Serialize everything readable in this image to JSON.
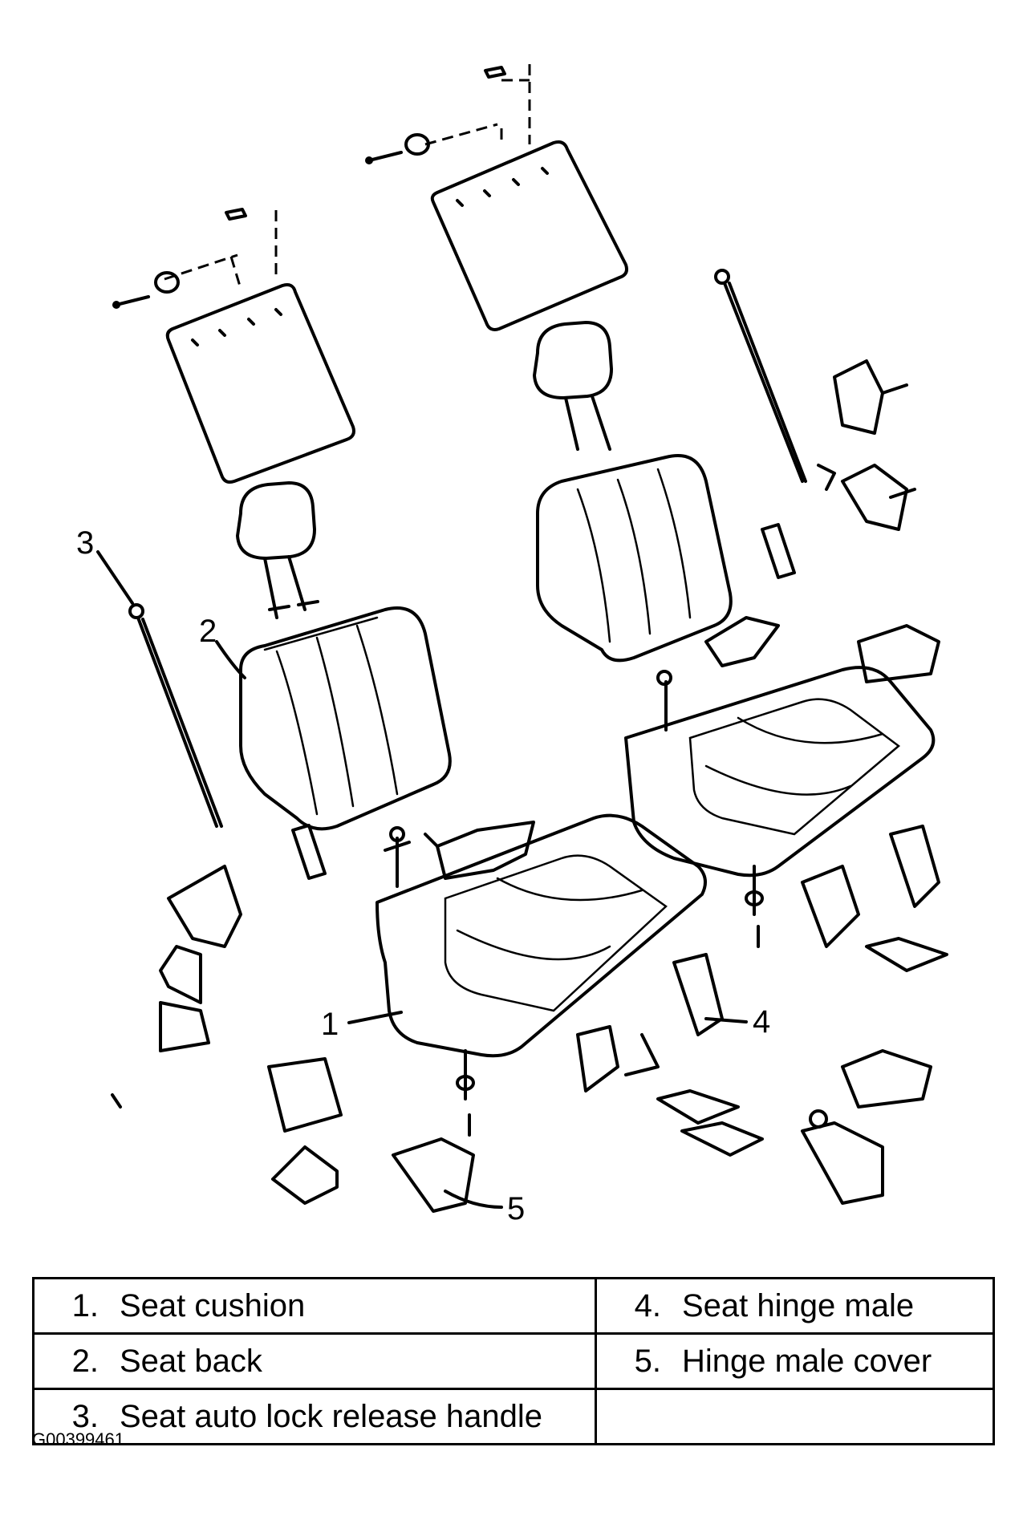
{
  "callouts": [
    "1",
    "2",
    "3",
    "4",
    "5"
  ],
  "legend": {
    "rows": [
      [
        {
          "num": "1.",
          "text": "Seat cushion"
        },
        {
          "num": "4.",
          "text": "Seat hinge male"
        }
      ],
      [
        {
          "num": "2.",
          "text": "Seat back"
        },
        {
          "num": "5.",
          "text": "Hinge male cover"
        }
      ],
      [
        {
          "num": "3.",
          "text": "Seat auto lock release handle"
        },
        {
          "num": "",
          "text": ""
        }
      ]
    ]
  },
  "figure_code": "G00399461"
}
